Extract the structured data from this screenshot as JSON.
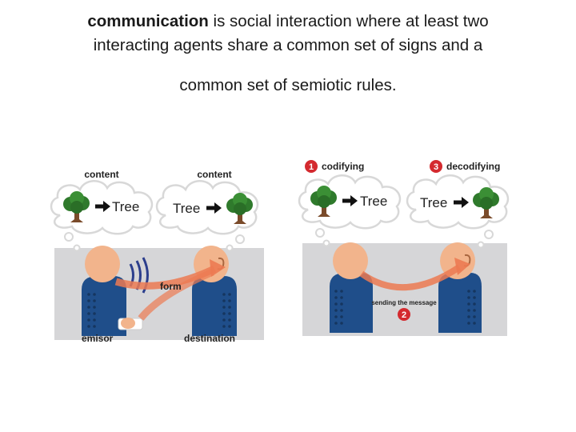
{
  "heading": {
    "keyword": "communication",
    "line1_rest": " is social interaction where at least two",
    "line2": "interacting agents share a common set of signs and a",
    "line3": "common set of semiotic rules."
  },
  "left_diagram": {
    "content_left": "content",
    "content_right": "content",
    "tree_word_left": "Tree",
    "tree_word_right": "Tree",
    "form_label": "form",
    "emisor_label": "emisor",
    "destination_label": "destination"
  },
  "right_diagram": {
    "step1_number": "1",
    "step1_label": "codifying",
    "step3_number": "3",
    "step3_label": "decodifying",
    "tree_word_left": "Tree",
    "tree_word_right": "Tree",
    "sending_label": "sending the message",
    "step2_number": "2"
  },
  "colors": {
    "accent_red": "#d42a2f",
    "shirt_blue": "#1f4e8a",
    "skin": "#f2b48c",
    "panel_grey": "#d6d6d8",
    "arrow_orange": "#ec7a52"
  }
}
